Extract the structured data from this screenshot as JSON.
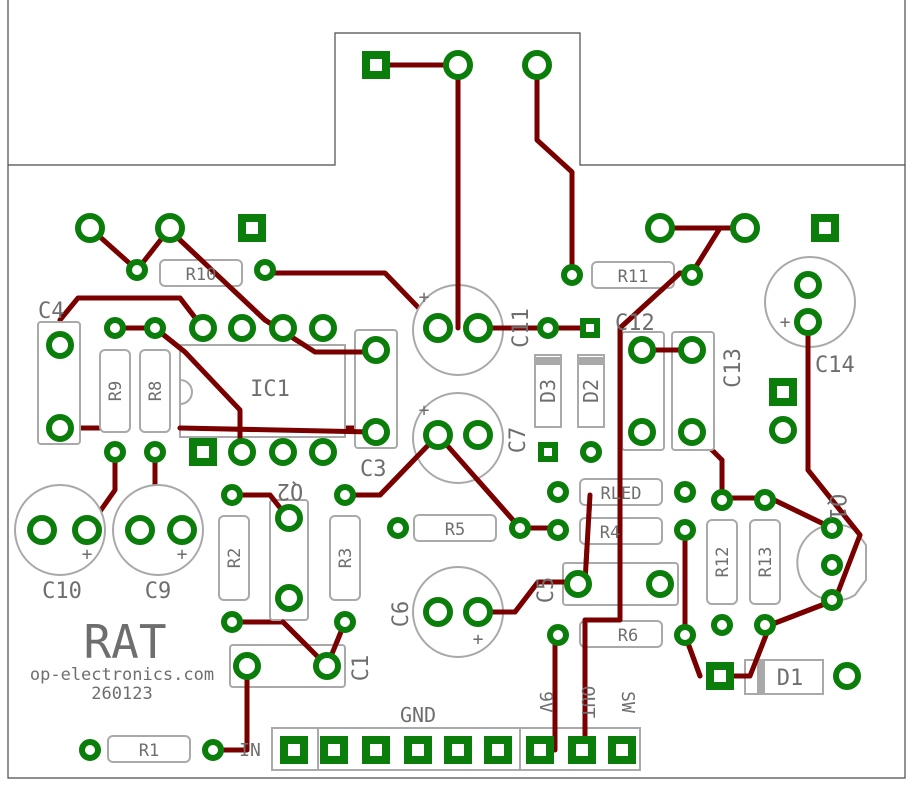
{
  "board": {
    "title": "RAT",
    "website": "op-electronics.com",
    "code": "260123",
    "colors": {
      "trace": "#7a0000",
      "pad": "#0a7d0a",
      "silk": "#a9a9a9"
    }
  },
  "components": {
    "r1": "R1",
    "r2": "R2",
    "r3": "R3",
    "r4": "R4",
    "r5": "R5",
    "r6": "R6",
    "r8": "R8",
    "r9": "R9",
    "r10": "R10",
    "r11": "R11",
    "r12": "R12",
    "r13": "R13",
    "rled": "RLED",
    "c1": "C1",
    "c3": "C3",
    "c4": "C4",
    "c5": "C5",
    "c6": "C6",
    "c7": "C7",
    "c9": "C9",
    "c10": "C10",
    "c11": "C11",
    "c12": "C12",
    "c13": "C13",
    "c14": "C14",
    "d1": "D1",
    "d2": "D2",
    "d3": "D3",
    "ic1": "IC1",
    "q1": "Q1",
    "q2": "Q2"
  },
  "connector": {
    "in": "IN",
    "gnd": "GND",
    "v9": "9V",
    "out": "OUT",
    "sw": "SW"
  },
  "polarity_mark": "+"
}
